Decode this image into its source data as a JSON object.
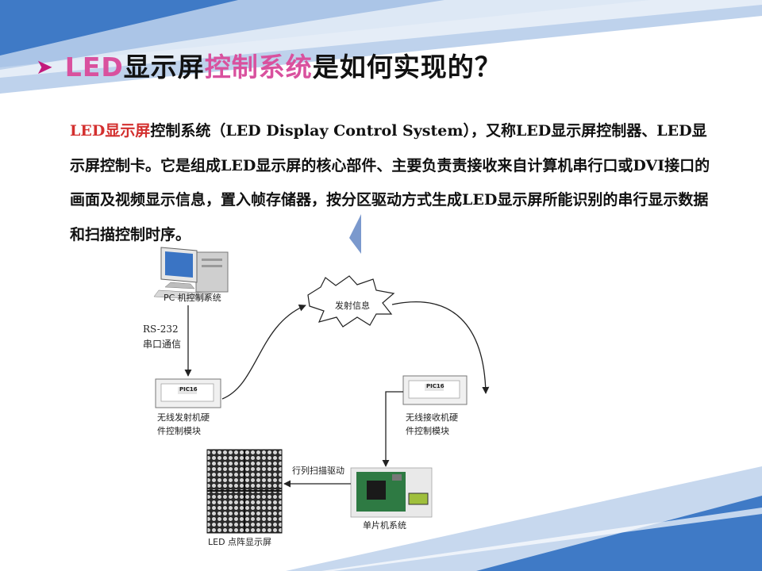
{
  "title": {
    "arrow_icon": "triangle-right-icon",
    "part1": "LED",
    "part2": "显示屏",
    "part3": "控制系统",
    "part4": "是如何实现的？"
  },
  "paragraph": {
    "highlight": "LED显示屏",
    "body": "控制系统（LED Display Control System），又称LED显示屏控制器、LED显示屏控制卡。它是组成LED显示屏的核心部件、主要负责责接收来自计算机串行口或DVI接口的画面及视频显示信息，置入帧存储器，按分区驱动方式生成LED显示屏所能识别的串行显示数据和扫描控制时序。"
  },
  "diagram": {
    "pc_label": "PC 机控制系统",
    "rs232_label": "RS-232",
    "serial_label": "串口通信",
    "signal_label": "发射信息",
    "tx_label_1": "无线发射机硬",
    "tx_label_2": "件控制模块",
    "rx_label_1": "无线接收机硬",
    "rx_label_2": "件控制模块",
    "scan_label": "行列扫描驱动",
    "mcu_label": "单片机系统",
    "led_label": "LED 点阵显示屏",
    "module_text": "PIC16"
  },
  "colors": {
    "accent_pink": "#d9519e",
    "arrow_magenta": "#c21a7c",
    "highlight_red": "#d3302f",
    "band_blue": "#3f7ac6",
    "band_light": "#b7cdea"
  }
}
